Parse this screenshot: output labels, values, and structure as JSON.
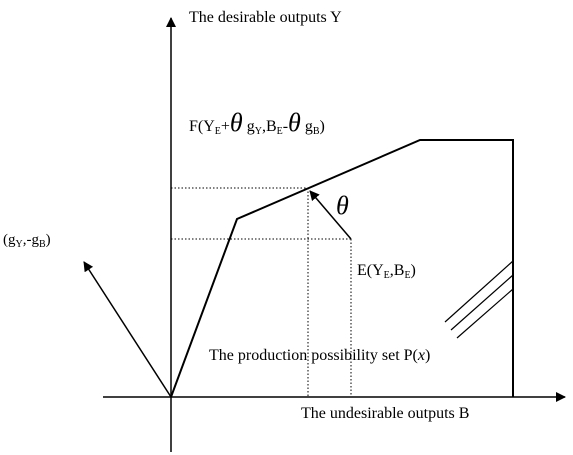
{
  "diagram": {
    "y_axis_label": "The desirable outputs Y",
    "x_axis_label": "The undesirable outputs B",
    "direction_vector": {
      "open": "(g",
      "sub1": "Y",
      "mid": ",-g",
      "sub2": "B",
      "close": ")"
    },
    "point_F": {
      "prefix": "F(Y",
      "sub1": "E",
      "plus": "+",
      "theta1": "θ",
      "g1": " g",
      "sub2": "Y",
      "comma_b": ",B",
      "sub3": "E",
      "minus": "-",
      "theta2": "θ",
      "g2": " g",
      "sub4": "B",
      "close": ")"
    },
    "theta_label": "θ",
    "point_E": {
      "prefix": "E(Y",
      "sub1": "E",
      "comma_b": ",B",
      "sub2": "E",
      "close": ")"
    },
    "production_set": {
      "text": "The production possibility set P(",
      "var": "x",
      "close": ")"
    }
  }
}
